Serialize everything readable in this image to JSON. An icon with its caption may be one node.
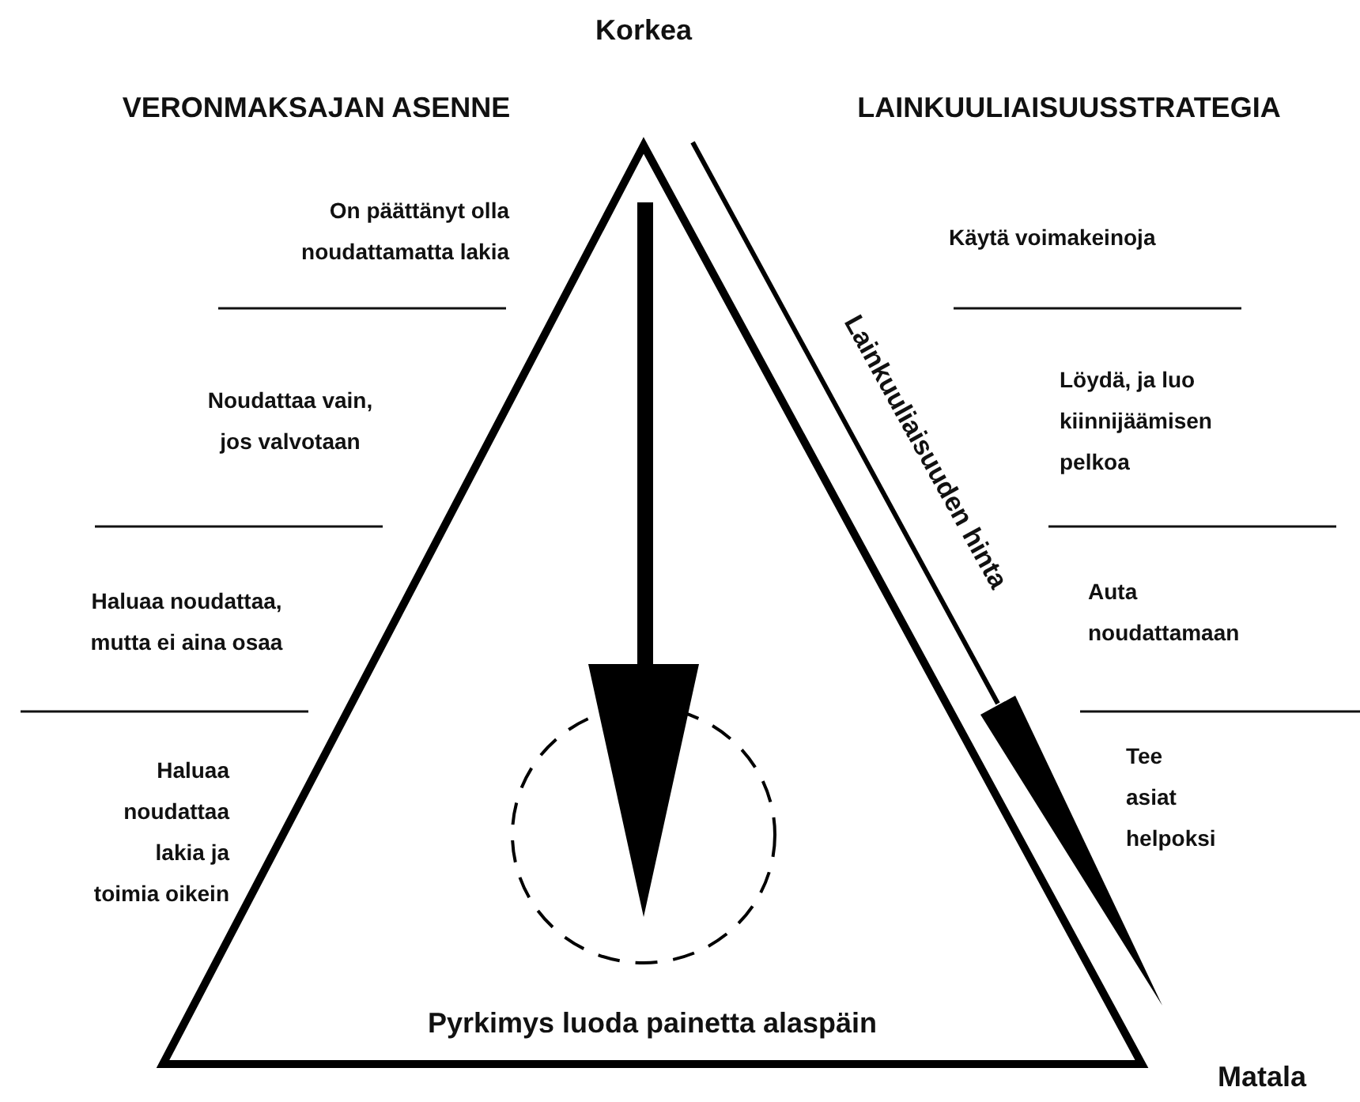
{
  "diagram": {
    "nodes": [
      {
        "text": [
          "Pyrkimys luoda painetta alaspäin"
        ]
      },
      {
        "text": [],
        "shape": "circle",
        "in": 0
      }
    ],
    "labels": [
      "Korkea",
      "VERONMAKSAJAN ASENNE",
      "LAINKUULIAISUUSSTRATEGIA",
      "On päättänyt olla noudattamatta lakia",
      "Käytä voimakeinoja",
      "Lainkuuliaisuuden hinta",
      "Noudattaa vain, jos valvotaan",
      "Löydä, ja luo kiinnijäämisen pelkoa",
      "Haluaa noudattaa, mutta ei aina osaa",
      "Auta noudattamaan",
      "Haluaa noudattaa lakia ja toimia oikein",
      "Tee asiat helpoksi",
      "Matala"
    ]
  }
}
